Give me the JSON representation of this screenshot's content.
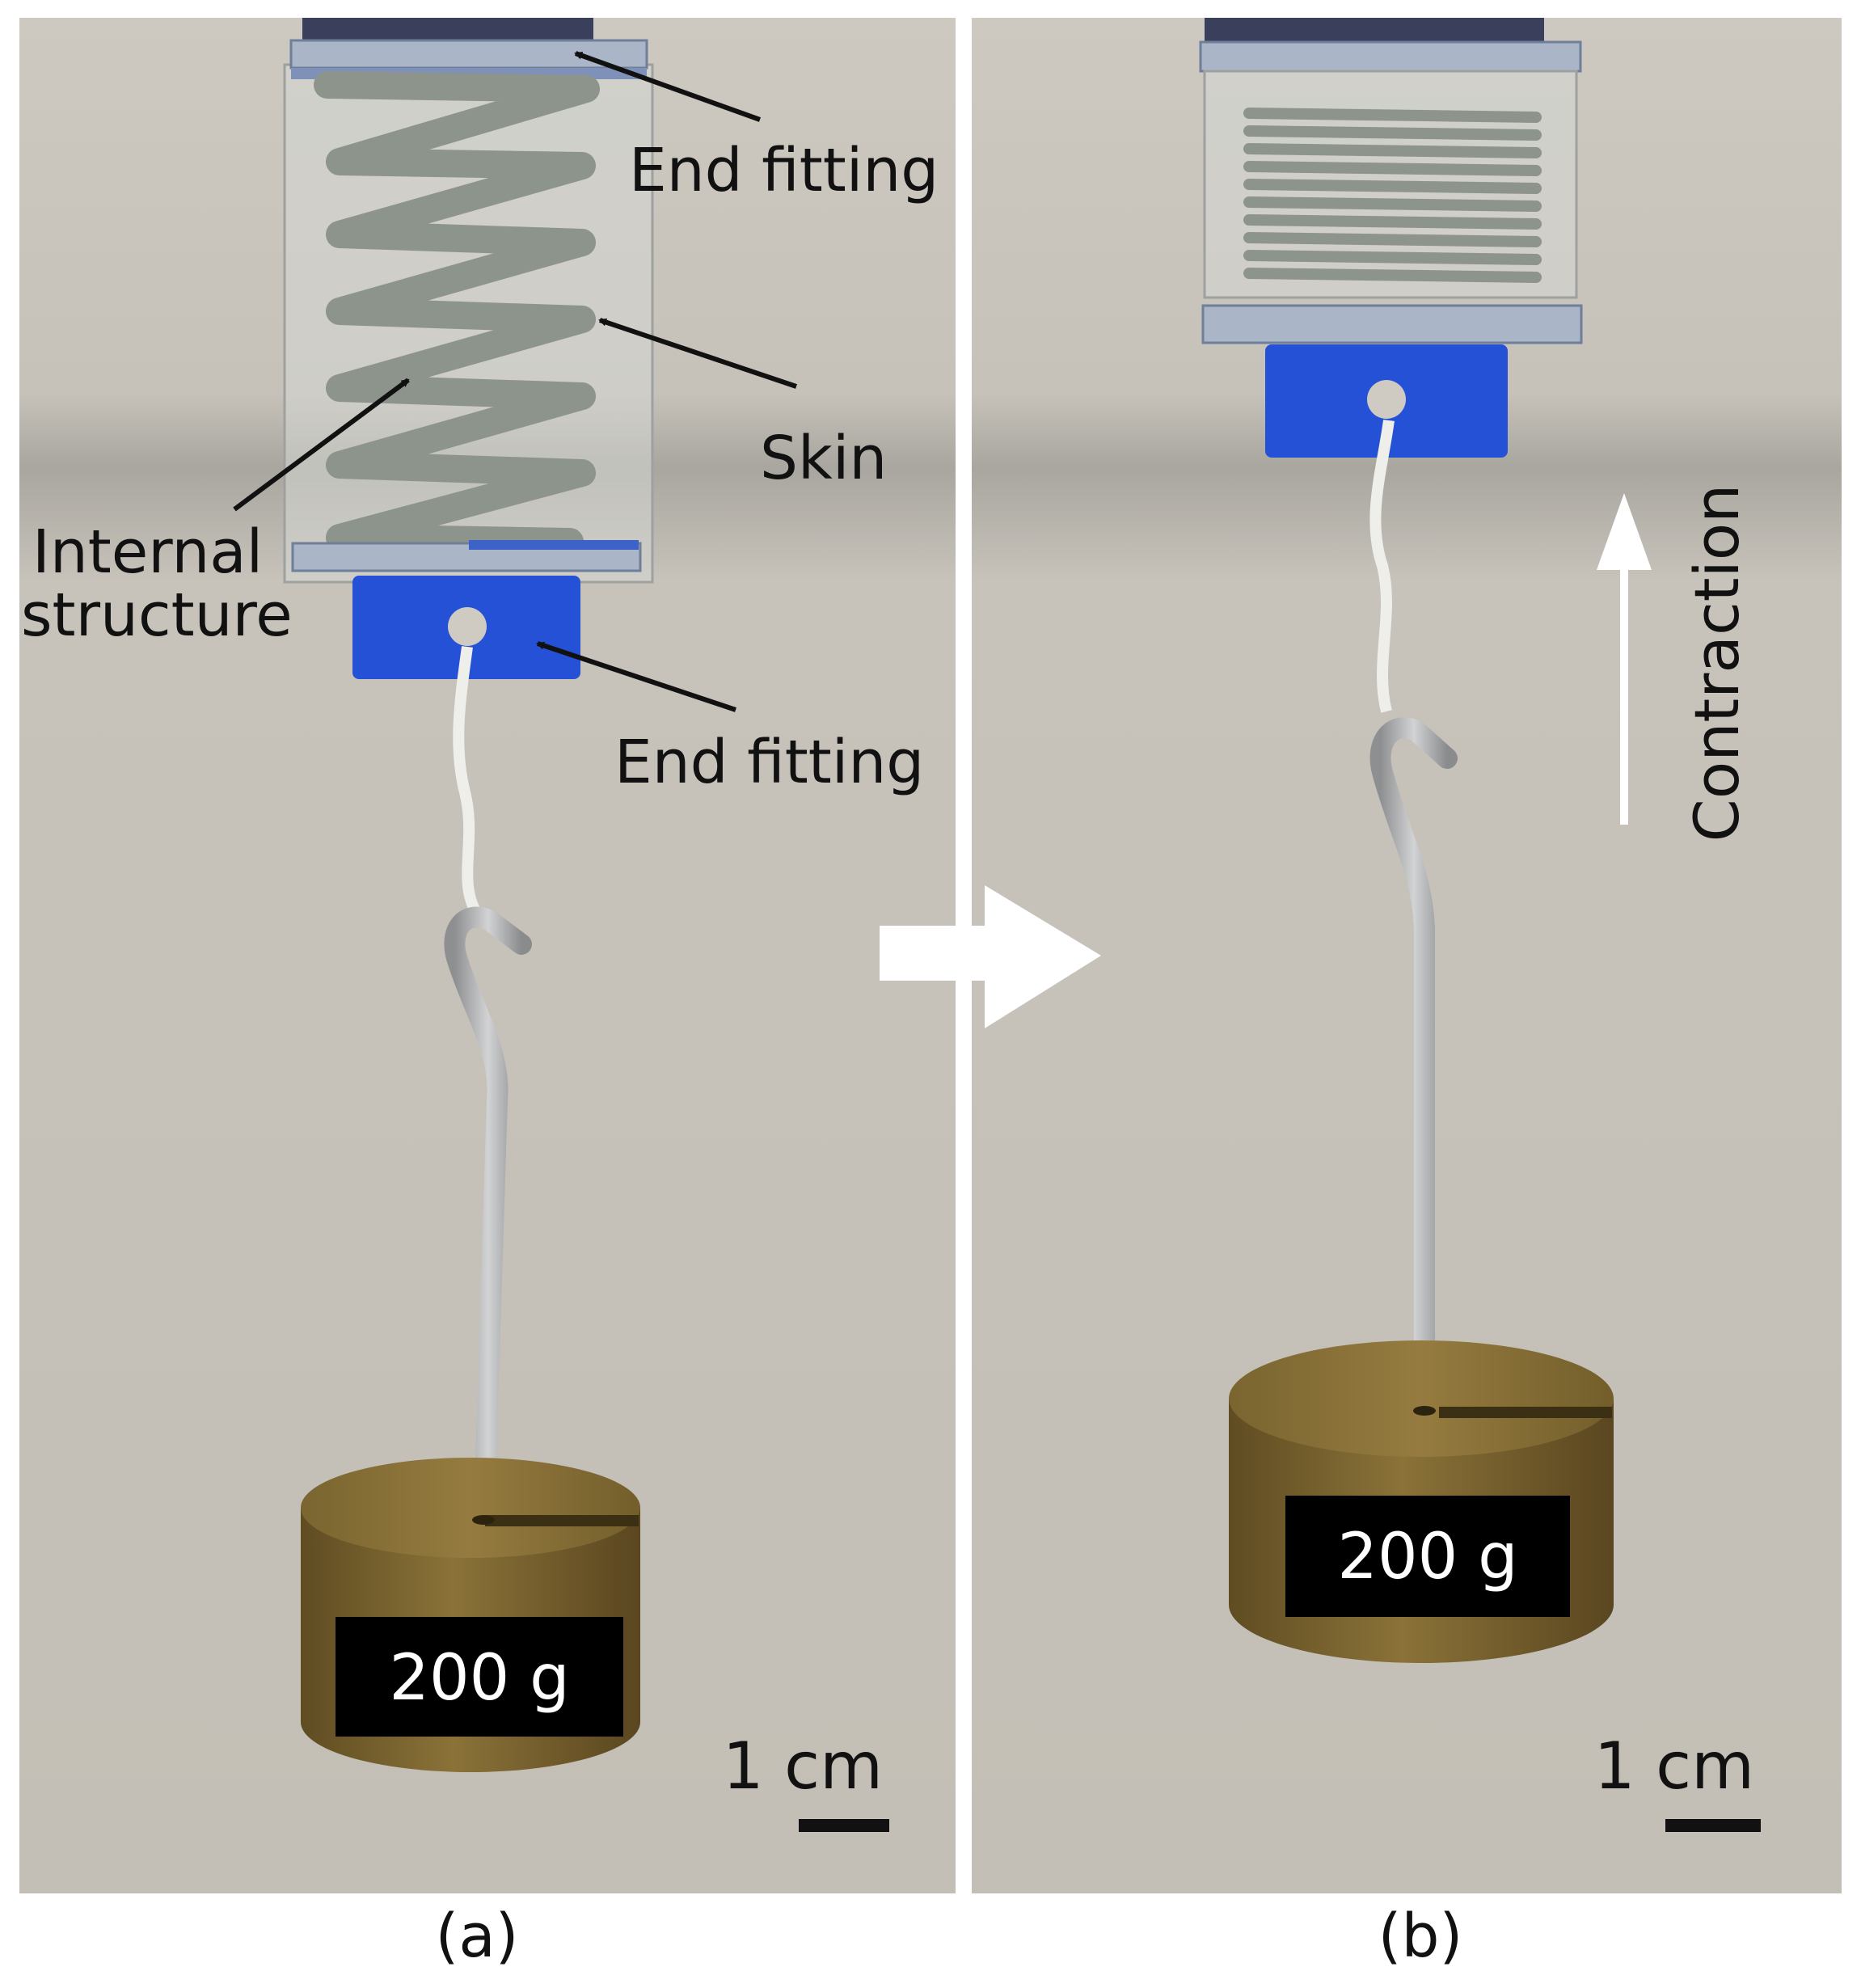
{
  "panels": {
    "a": {
      "caption": "(a)",
      "callouts": {
        "end_fitting_top": "End fitting",
        "skin": "Skin",
        "internal_structure_line1": "Internal",
        "internal_structure_line2": "structure",
        "end_fitting_bottom": "End fitting"
      },
      "weight_label": "200 g",
      "scale_bar_label": "1 cm"
    },
    "b": {
      "caption": "(b)",
      "direction_label": "Contraction",
      "weight_label": "200 g",
      "scale_bar_label": "1 cm"
    }
  },
  "colors": {
    "background": "#c9c5bd",
    "fitting_blue": "#2451d6",
    "weight_bronze": "#7a6332",
    "spring_grey": "#8d948b"
  },
  "icons": {
    "transition_arrow": "right-arrow-icon",
    "contraction_arrow": "up-arrow-icon"
  }
}
